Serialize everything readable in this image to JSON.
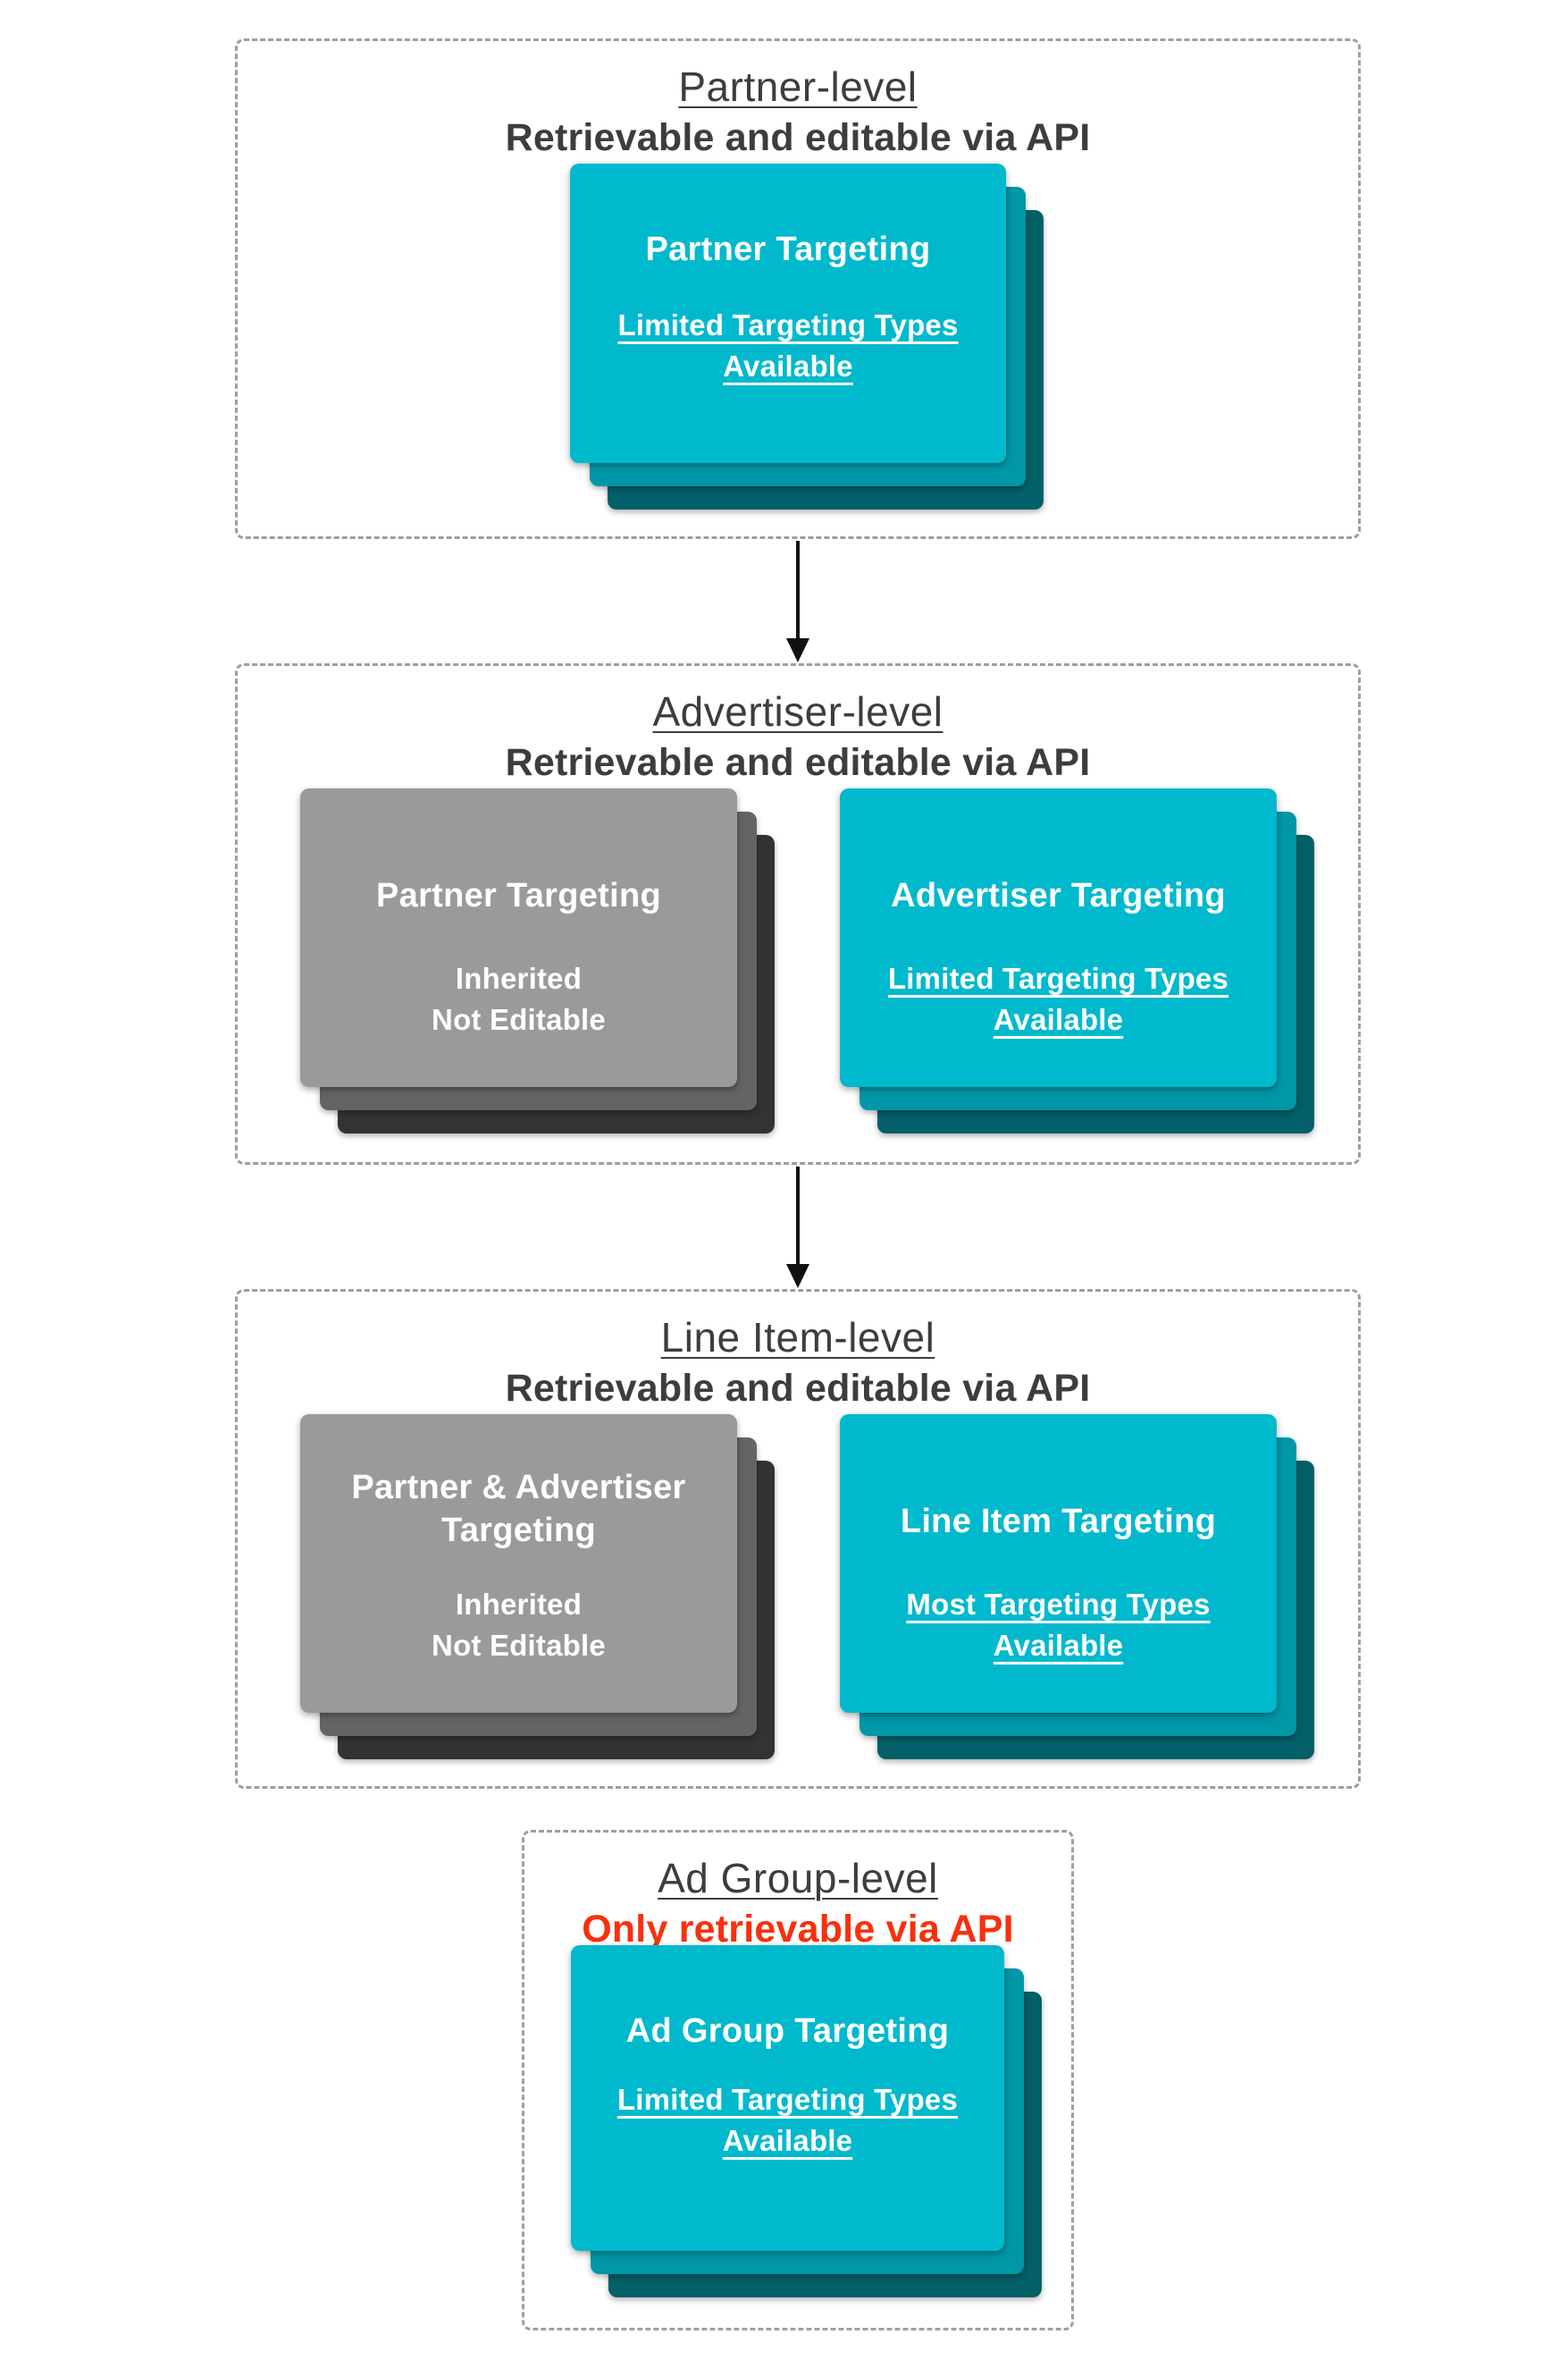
{
  "colors": {
    "cyan": "#00b9cd",
    "cyanMid": "#0097a7",
    "cyanDark": "#035f68",
    "gray": "#9a9a9a",
    "grayMid": "#646464",
    "grayDark": "#333333",
    "heading": "#3d3d3d",
    "red": "#f8300d",
    "dash": "#9e9e9e",
    "arrow": "#111111"
  },
  "sections": [
    {
      "title": "Partner-level",
      "subtitle": "Retrievable and editable via API",
      "cards": [
        {
          "variant": "cyan",
          "title": "Partner Targeting",
          "lines": [
            "Limited Targeting Types",
            "Available"
          ]
        }
      ]
    },
    {
      "title": "Advertiser-level",
      "subtitle": "Retrievable and editable via API",
      "cards": [
        {
          "variant": "gray",
          "title": "Partner Targeting",
          "lines": [
            "Inherited",
            "Not Editable"
          ]
        },
        {
          "variant": "cyan",
          "title": "Advertiser Targeting",
          "lines": [
            "Limited Targeting Types",
            "Available"
          ]
        }
      ]
    },
    {
      "title": "Line Item-level",
      "subtitle": "Retrievable and editable via API",
      "cards": [
        {
          "variant": "gray",
          "title": "Partner & Advertiser Targeting",
          "lines": [
            "Inherited",
            "Not Editable"
          ]
        },
        {
          "variant": "cyan",
          "title": "Line Item Targeting",
          "lines": [
            "Most Targeting Types",
            "Available"
          ]
        }
      ]
    },
    {
      "title": "Ad Group-level",
      "subtitle": "Only retrievable via API",
      "cards": [
        {
          "variant": "cyan",
          "title": "Ad Group Targeting",
          "lines": [
            "Limited Targeting Types",
            "Available"
          ]
        }
      ]
    }
  ]
}
